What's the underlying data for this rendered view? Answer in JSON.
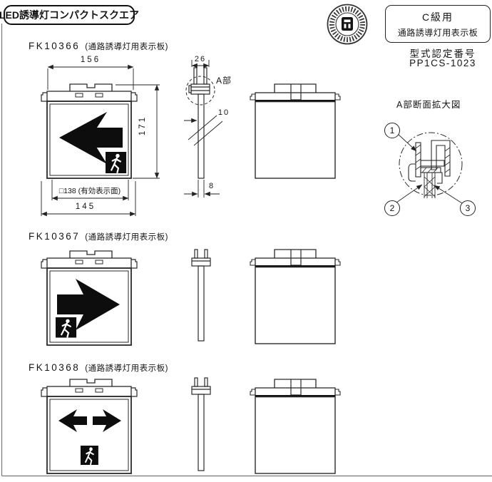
{
  "page": {
    "title": "LED誘導灯コンパクトスクエア",
    "class_box": {
      "line1": "C級用",
      "line2": "通路誘導灯用表示板"
    },
    "cert": {
      "label": "型式認定番号",
      "number": "PP1CS-1023"
    }
  },
  "sections": [
    {
      "code": "FK10366",
      "subtitle": "(通路誘導灯用表示板)",
      "arrow": "left",
      "callout": "A部",
      "dims": {
        "top_width": "156",
        "height": "171",
        "effective": "□138 (有効表示面)",
        "bottom_width": "145",
        "side_width": "26",
        "side_detail": "10",
        "side_thickness": "8"
      }
    },
    {
      "code": "FK10367",
      "subtitle": "(通路誘導灯用表示板)",
      "arrow": "right"
    },
    {
      "code": "FK10368",
      "subtitle": "(通路誘導灯用表示板)",
      "arrow": "left-right"
    }
  ],
  "detail": {
    "title": "A部断面拡大図",
    "balloons": [
      "1",
      "2",
      "3"
    ]
  }
}
